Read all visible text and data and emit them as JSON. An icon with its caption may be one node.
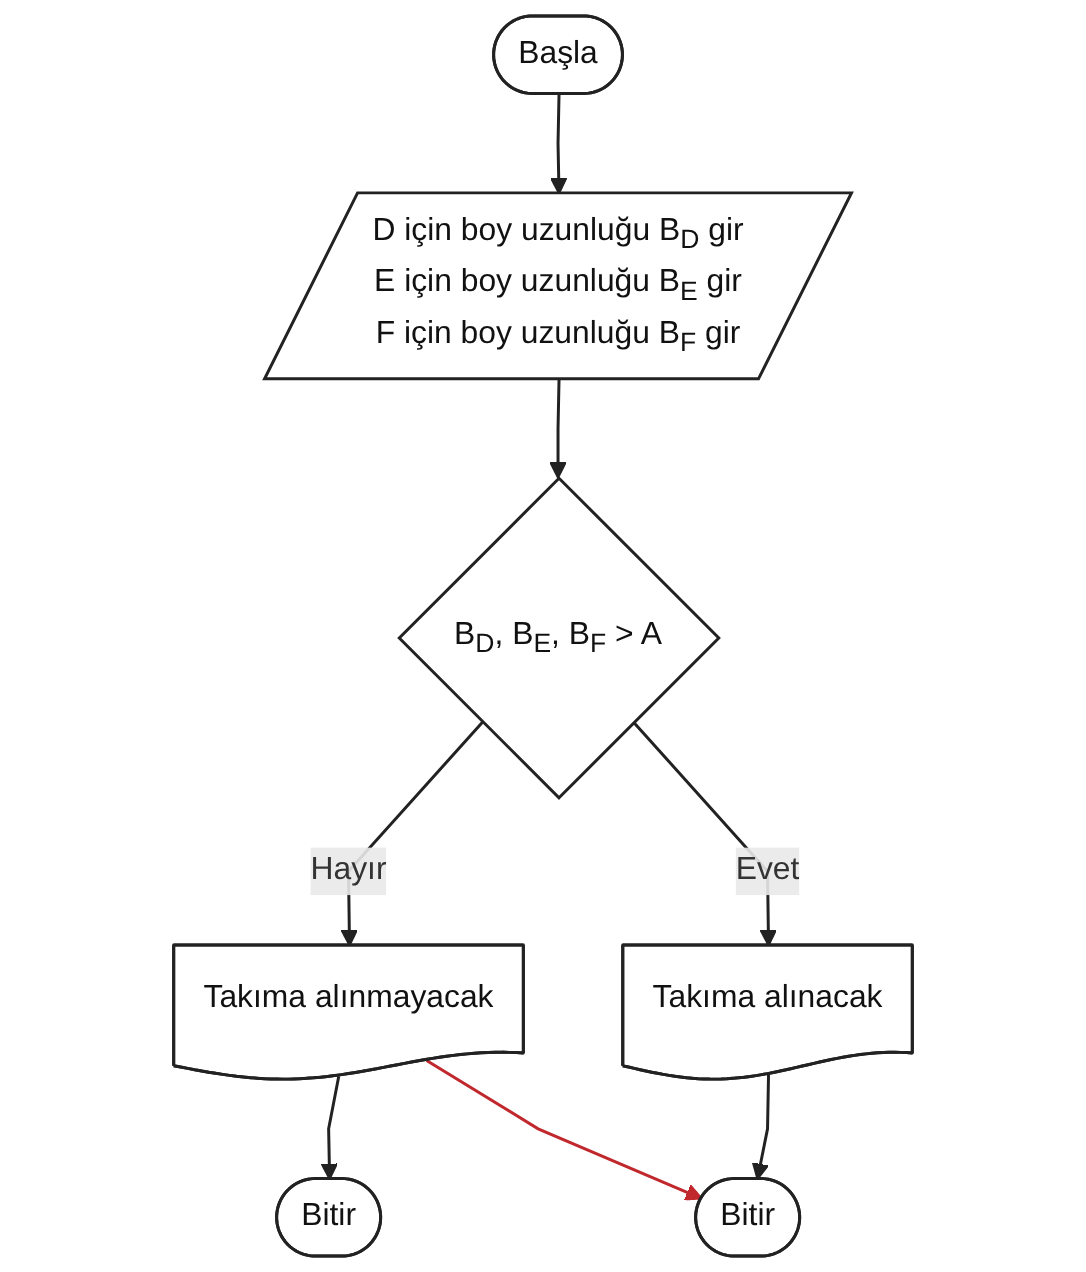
{
  "diagram": {
    "nodes": [
      {
        "text": [
          "Başla"
        ]
      },
      {
        "text": [
          "D için boy uzunluğu B$_{D}$ gir",
          "E için boy uzunluğu B$_{E}$ gir",
          "F için boy uzunluğu B$_{F}$ gir"
        ]
      },
      {
        "text": [
          "B$_{D}$, B$_{E}$, B$_{F}$ > A"
        ]
      },
      {
        "text": [
          "Takıma alınmayacak"
        ]
      },
      {
        "text": [
          "Bitir"
        ]
      },
      {
        "text": [
          "Takıma alınacak"
        ]
      },
      {
        "text": [
          "Bitir"
        ]
      }
    ],
    "edges": [
      {
        "from": 0,
        "to": 1,
        "arrow": "to"
      },
      {
        "from": 1,
        "to": 2,
        "arrow": "to"
      },
      {
        "from": 2,
        "to": 3,
        "arrow": "to",
        "label": "Hayır"
      },
      {
        "from": 3,
        "to": 4,
        "arrow": "to"
      },
      {
        "from": 2,
        "to": 5,
        "arrow": "to",
        "label": "Evet"
      },
      {
        "from": 5,
        "to": 6,
        "arrow": "to"
      },
      {
        "from": 3,
        "to": 6,
        "arrow": "to",
        "color": "#c0282d"
      }
    ]
  }
}
